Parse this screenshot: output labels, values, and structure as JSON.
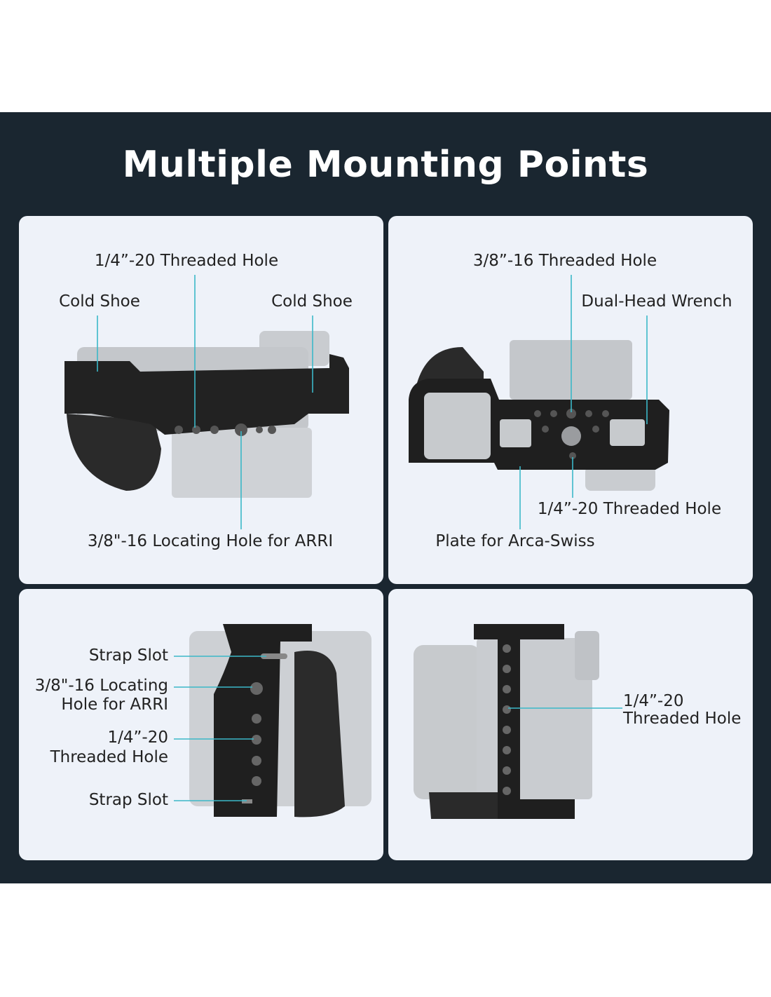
{
  "title": "Multiple Mounting Points",
  "accent_color": "#3bb8c8",
  "panels": [
    {
      "labels": {
        "top_hole": "1/4”-20 Threaded Hole",
        "cold_shoe_left": "Cold Shoe",
        "cold_shoe_right": "Cold Shoe",
        "bottom": "3/8\"-16 Locating Hole for ARRI"
      }
    },
    {
      "labels": {
        "top_hole": "3/8”-16 Threaded Hole",
        "wrench": "Dual-Head Wrench",
        "bottom_hole": "1/4”-20 Threaded Hole",
        "plate": "Plate for Arca-Swiss"
      }
    },
    {
      "labels": {
        "strap_top": "Strap Slot",
        "arri_line1": "3/8\"-16 Locating",
        "arri_line2": "Hole for ARRI",
        "thread_line1": "1/4”-20",
        "thread_line2": "Threaded Hole",
        "strap_bottom": "Strap Slot"
      }
    },
    {
      "labels": {
        "thread_line1": "1/4”-20",
        "thread_line2": "Threaded Hole"
      }
    }
  ]
}
